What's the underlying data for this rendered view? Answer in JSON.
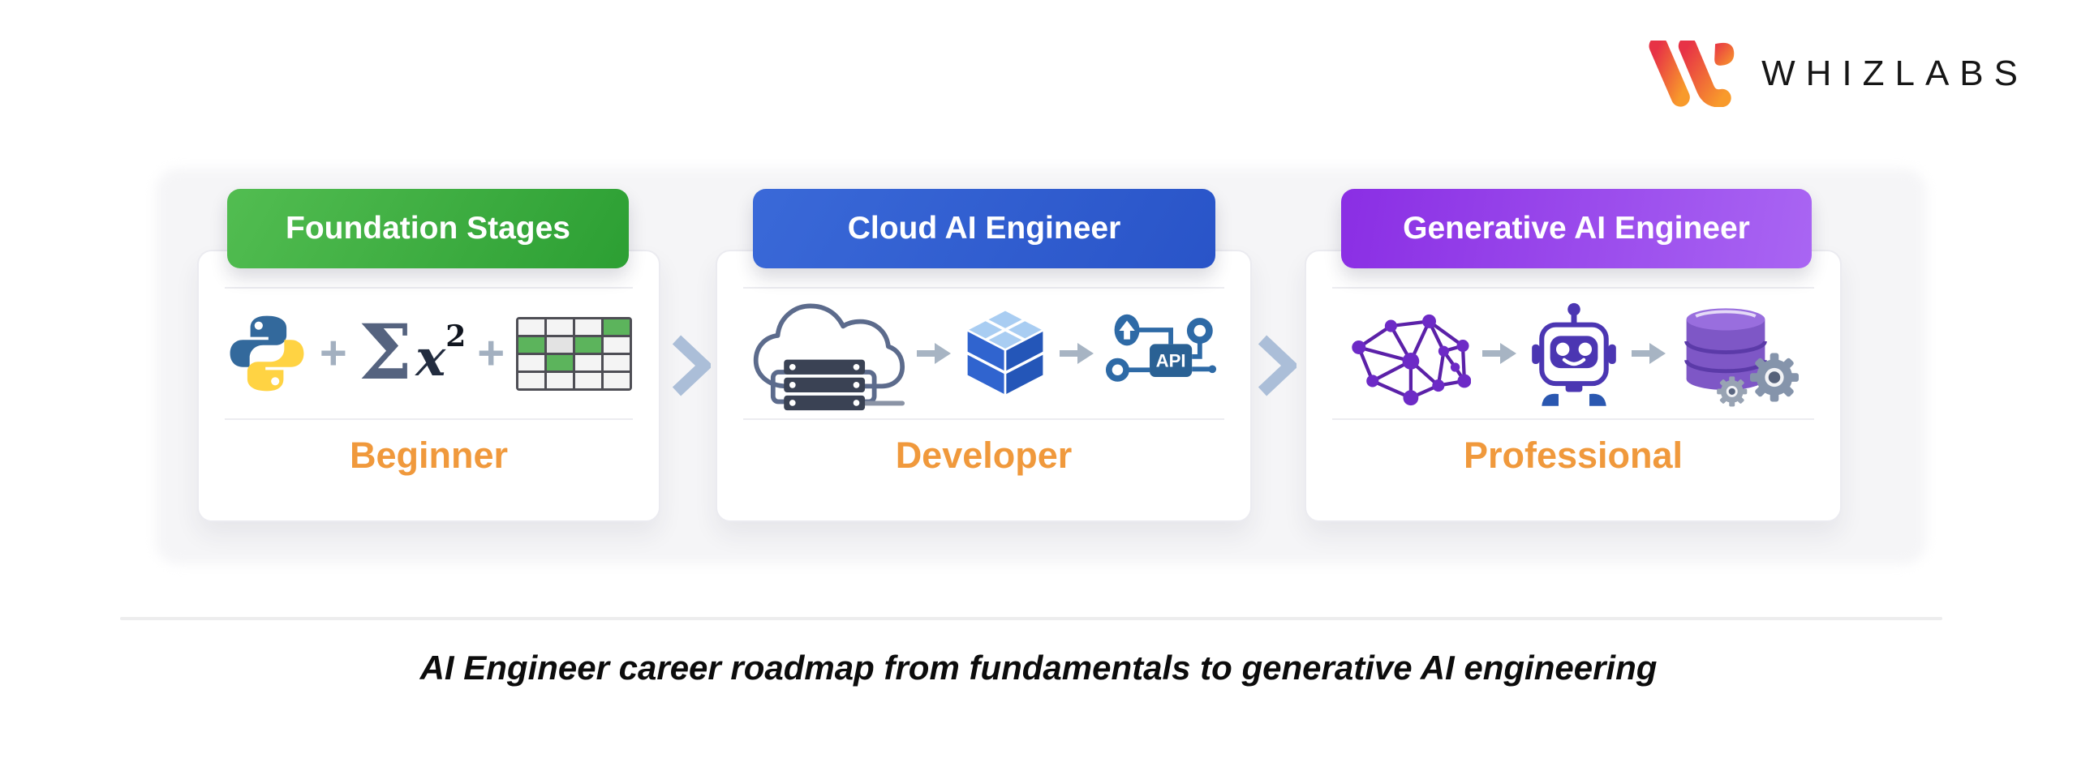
{
  "brand": {
    "name": "WHIZLABS"
  },
  "stages": [
    {
      "title": "Foundation Stages",
      "level": "Beginner",
      "badge_color_start": "#52bd51",
      "badge_color_end": "#2c9f33",
      "icons": [
        "python-logo",
        "sigma-x-squared-formula",
        "spreadsheet-grid"
      ],
      "connector": "plus"
    },
    {
      "title": "Cloud AI Engineer",
      "level": "Developer",
      "badge_color_start": "#3a69d8",
      "badge_color_end": "#2954c8",
      "icons": [
        "cloud-servers",
        "container-cube",
        "api-integration"
      ],
      "connector": "arrow"
    },
    {
      "title": "Generative AI Engineer",
      "level": "Professional",
      "badge_color_start": "#8a2ee4",
      "badge_color_end": "#a965f3",
      "icons": [
        "neural-network",
        "ai-robot",
        "database-gears"
      ],
      "connector": "arrow"
    }
  ],
  "symbols": {
    "plus": "+",
    "sigma": "Σ",
    "x": "x",
    "exponent": "2",
    "api_label": "API"
  },
  "caption": "AI Engineer career roadmap from fundamentals to generative AI engineering",
  "colors": {
    "level_text": "#f0993c",
    "chevron": "#abbed8",
    "backdrop": "#f5f5f7",
    "divider": "#ededee",
    "caption_text": "#0c0c0c"
  }
}
